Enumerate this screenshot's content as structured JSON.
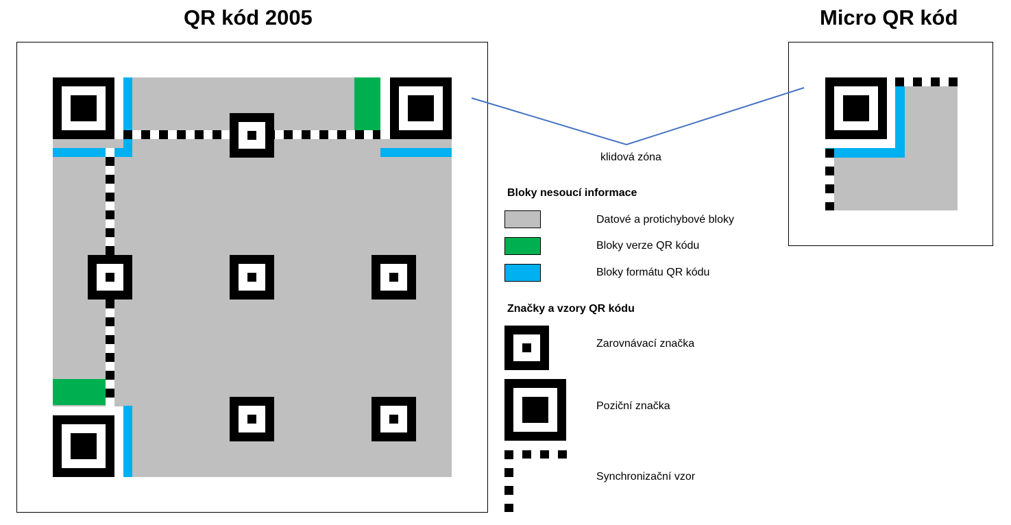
{
  "titles": {
    "qr2005": "QR kód 2005",
    "micro": "Micro QR kód"
  },
  "quiet_zone_label": "klidová zóna",
  "legend": {
    "info_header": "Bloky nesoucí informace",
    "info_items": [
      {
        "label": "Datové a protichybové bloky",
        "color": "#bfbfbf"
      },
      {
        "label": "Bloky verze QR kódu",
        "color": "#00b050"
      },
      {
        "label": "Bloky formátu QR kódu",
        "color": "#00b0f0"
      }
    ],
    "patterns_header": "Značky a vzory QR kódu",
    "pattern_items": [
      {
        "label": "Zarovnávací značka",
        "icon": "alignment-pattern-icon"
      },
      {
        "label": "Poziční značka",
        "icon": "finder-pattern-icon"
      },
      {
        "label": "Synchronizační vzor",
        "icon": "timing-pattern-icon"
      }
    ]
  },
  "colors": {
    "data": "#bfbfbf",
    "version": "#00b050",
    "format": "#00b0f0",
    "module": "#000000",
    "connector": "#4472c4"
  }
}
